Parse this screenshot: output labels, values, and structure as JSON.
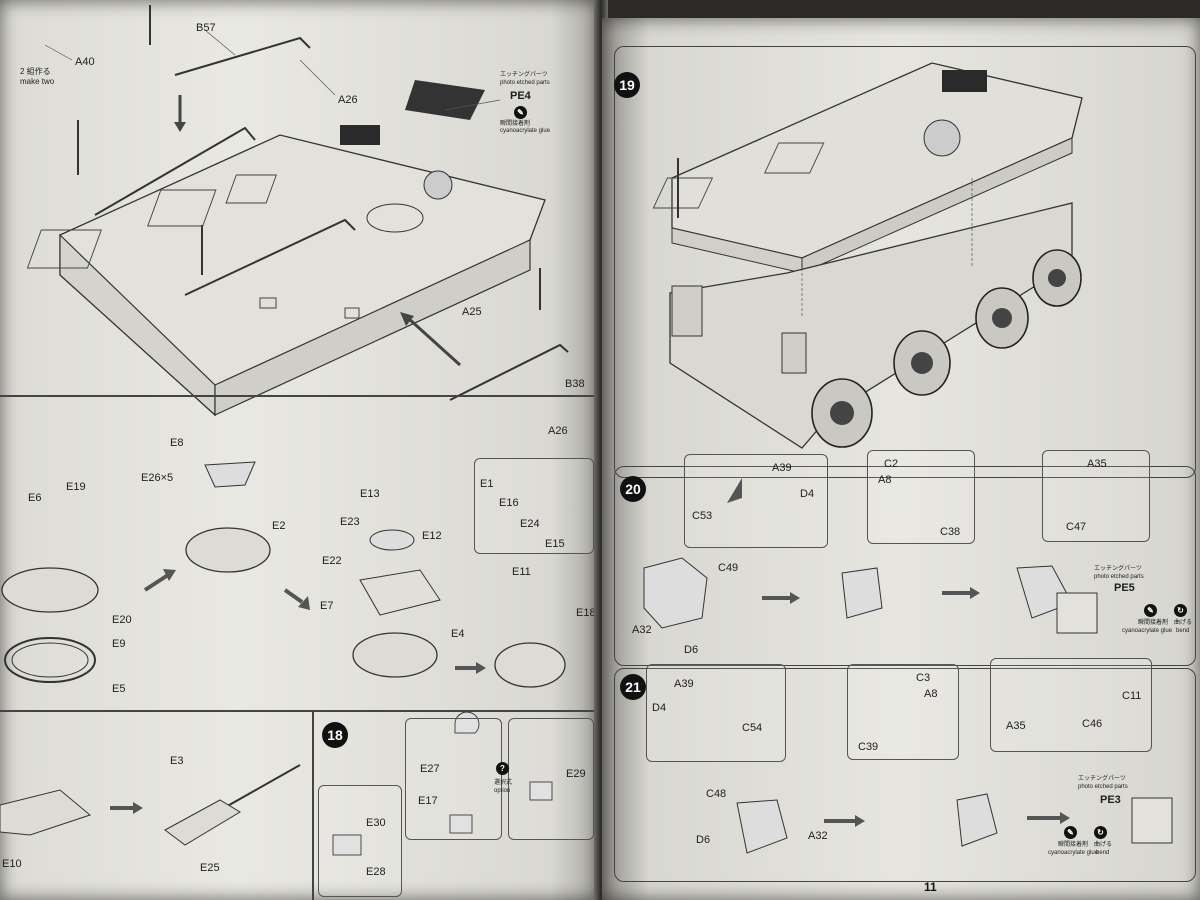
{
  "page_number": "11",
  "left_page": {
    "top": {
      "note": "2 組作る",
      "note_en": "make two",
      "labels": [
        "A40",
        "B57",
        "A26",
        "PE4",
        "A25",
        "B38",
        "A26"
      ],
      "pe_note": "エッチングパーツ",
      "pe_note_en": "photo etched parts",
      "pe_note2": "瞬間接着剤",
      "pe_note2_en": "cyanoacrylate glue"
    },
    "middle": {
      "labels": [
        "E8",
        "E26×5",
        "E2",
        "E6",
        "E19",
        "E20",
        "E9",
        "E5",
        "E13",
        "E23",
        "E12",
        "E22",
        "E7",
        "E4",
        "E1",
        "E16",
        "E24",
        "E15",
        "E11",
        "E18"
      ]
    },
    "bottom": {
      "step": "18",
      "labels": [
        "E3",
        "E10",
        "E25",
        "E27",
        "E17",
        "E30",
        "E28",
        "E29"
      ],
      "option_label": "選択式",
      "option_label_en": "option"
    }
  },
  "right_page": {
    "step19": {
      "step": "19"
    },
    "step20": {
      "step": "20",
      "labels": [
        "A39",
        "D4",
        "C53",
        "C2",
        "A8",
        "C38",
        "A35",
        "C47",
        "C49",
        "A32",
        "D6",
        "PE5"
      ],
      "pe_note": "エッチングパーツ",
      "pe_note_en": "photo etched parts",
      "glue": "瞬間接着剤",
      "glue_en": "cyanoacrylate glue",
      "bend": "曲げる",
      "bend_en": "bend"
    },
    "step21": {
      "step": "21",
      "labels": [
        "A39",
        "D4",
        "C54",
        "C3",
        "A8",
        "C39",
        "A35",
        "C46",
        "C11",
        "C48",
        "D6",
        "A32",
        "PE3"
      ],
      "pe_note": "エッチングパーツ",
      "pe_note_en": "photo etched parts",
      "glue": "瞬間接着剤",
      "glue_en": "cyanoacrylate glue",
      "bend": "曲げる",
      "bend_en": "bend"
    }
  }
}
